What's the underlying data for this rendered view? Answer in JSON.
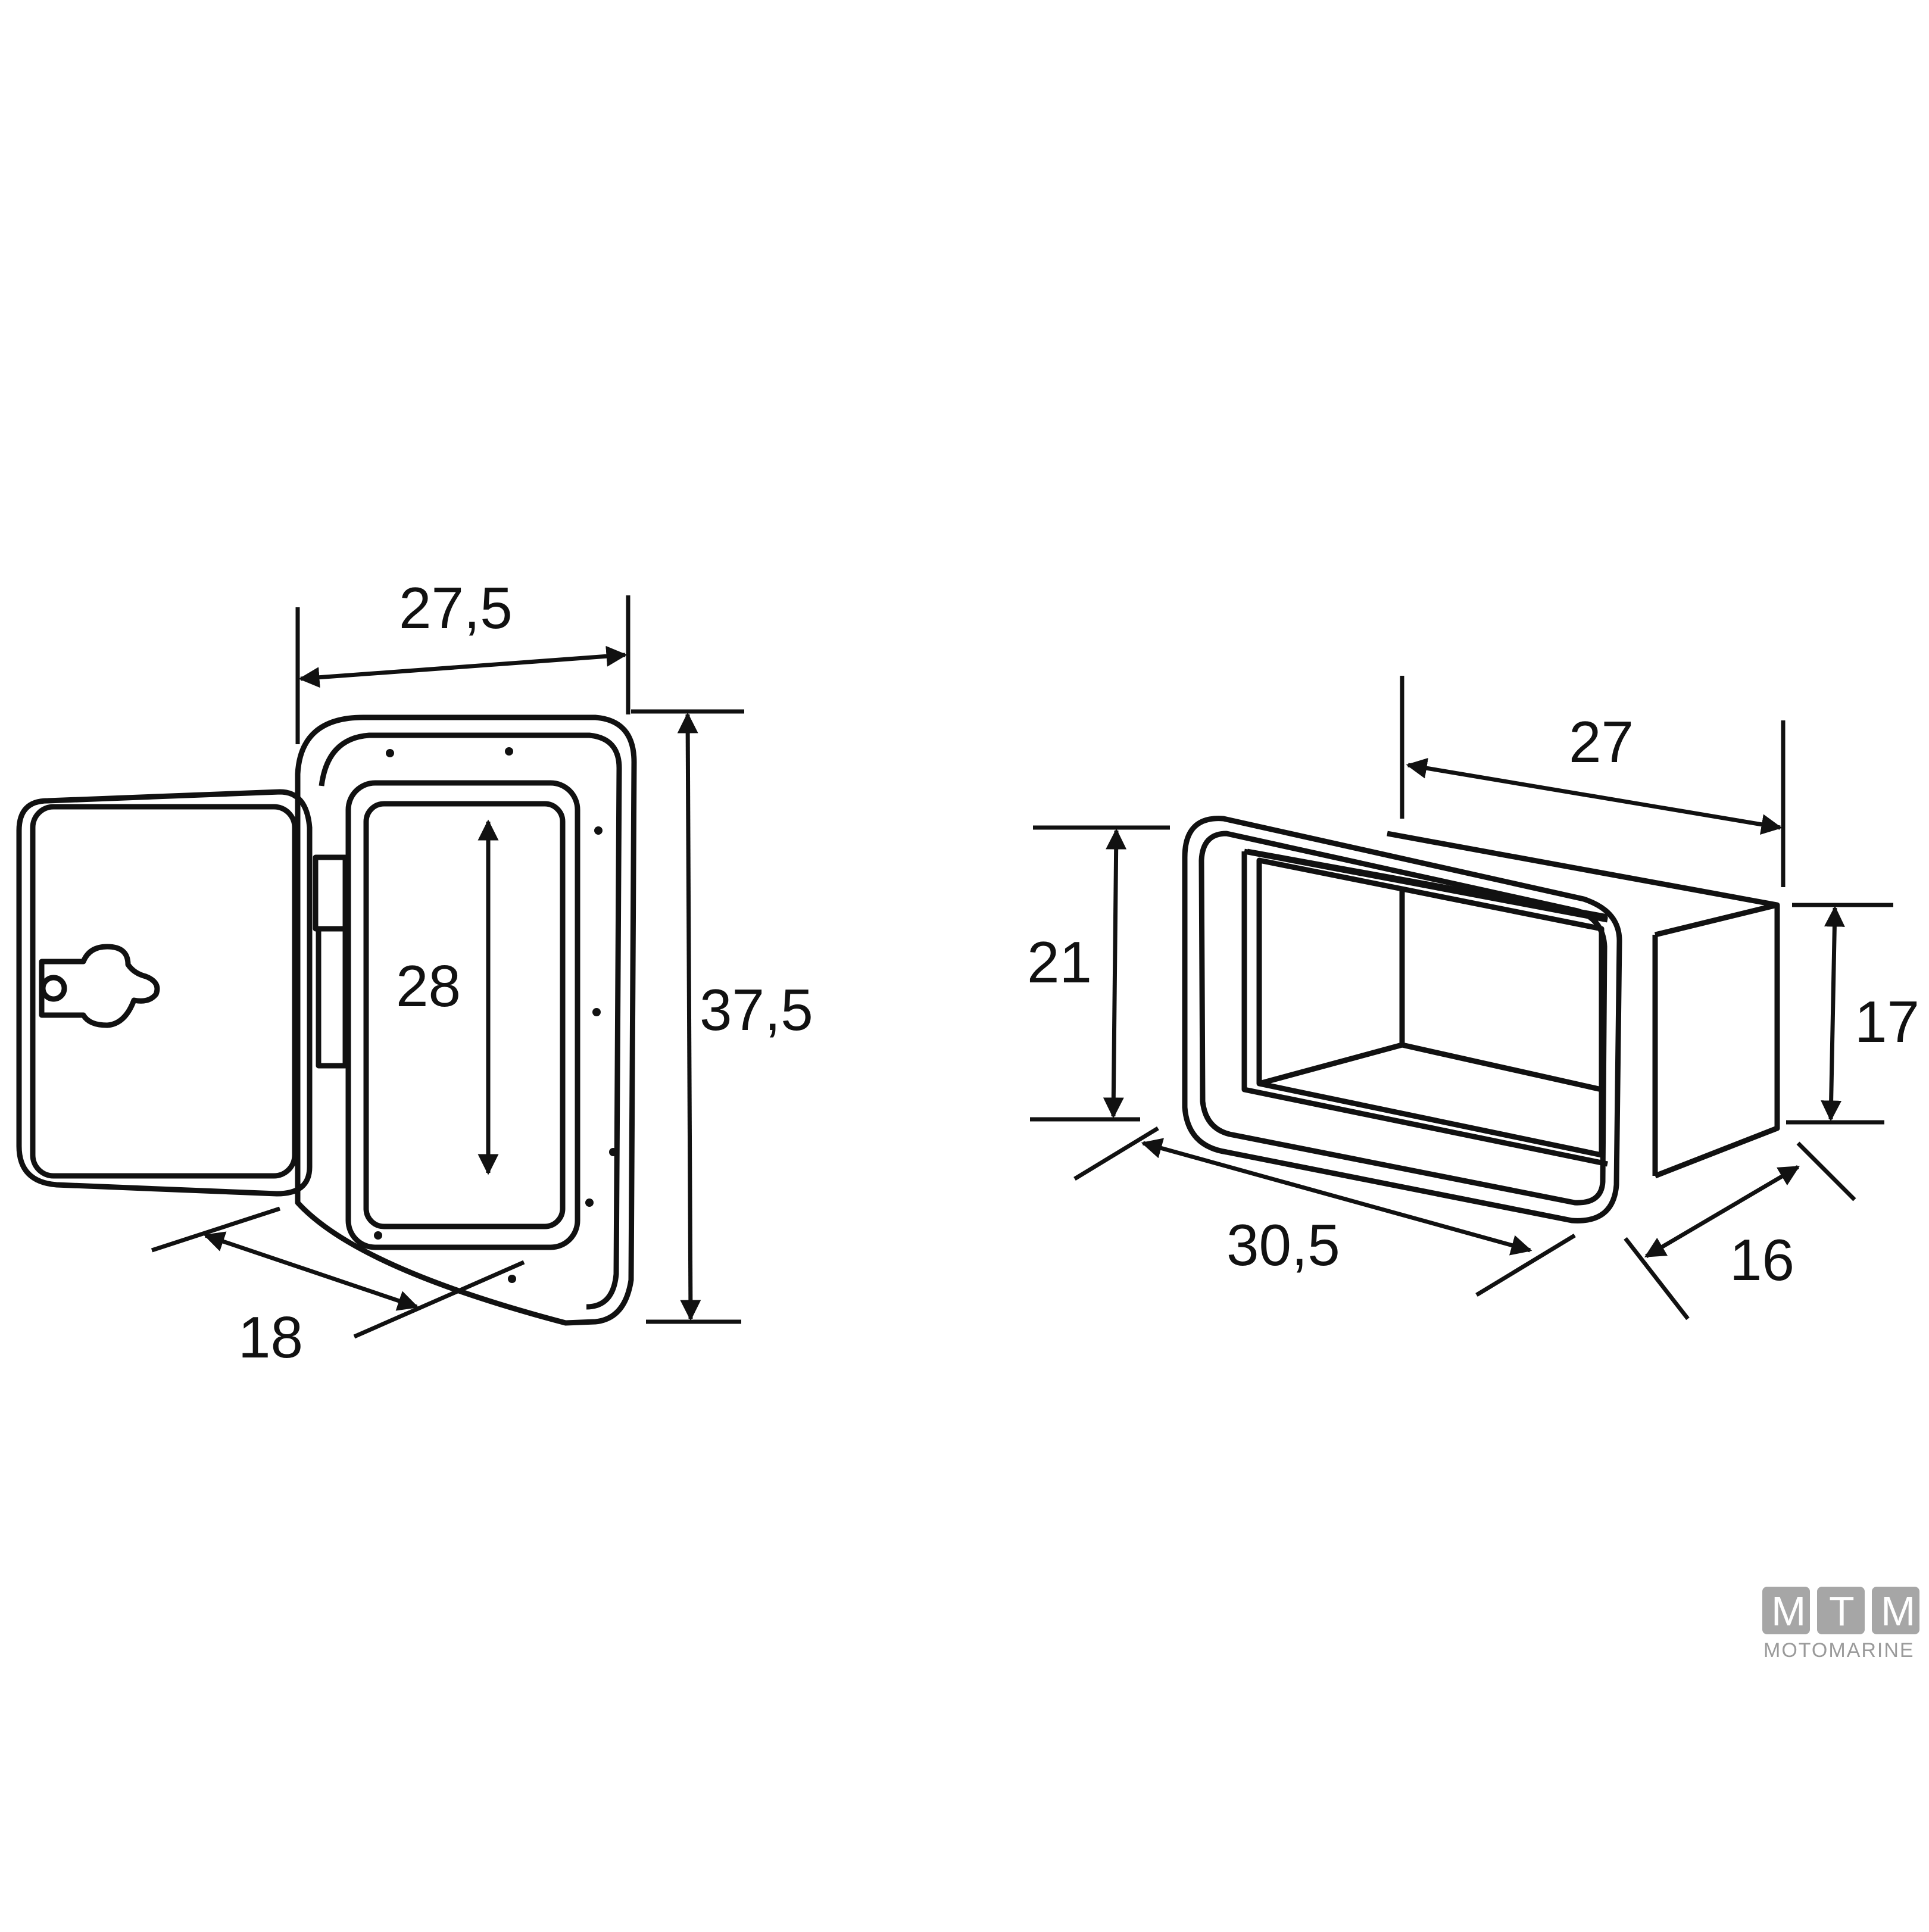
{
  "door_view": {
    "width_label": "27,5",
    "height_label": "37,5",
    "opening_label": "28",
    "depth_label": "18"
  },
  "box_view": {
    "length_label": "27",
    "height_label": "21",
    "back_height_label": "17",
    "front_width_label": "30,5",
    "depth_label": "16"
  },
  "logo": {
    "letters": [
      "M",
      "T",
      "M"
    ],
    "brand": "MOTOMARINE"
  }
}
